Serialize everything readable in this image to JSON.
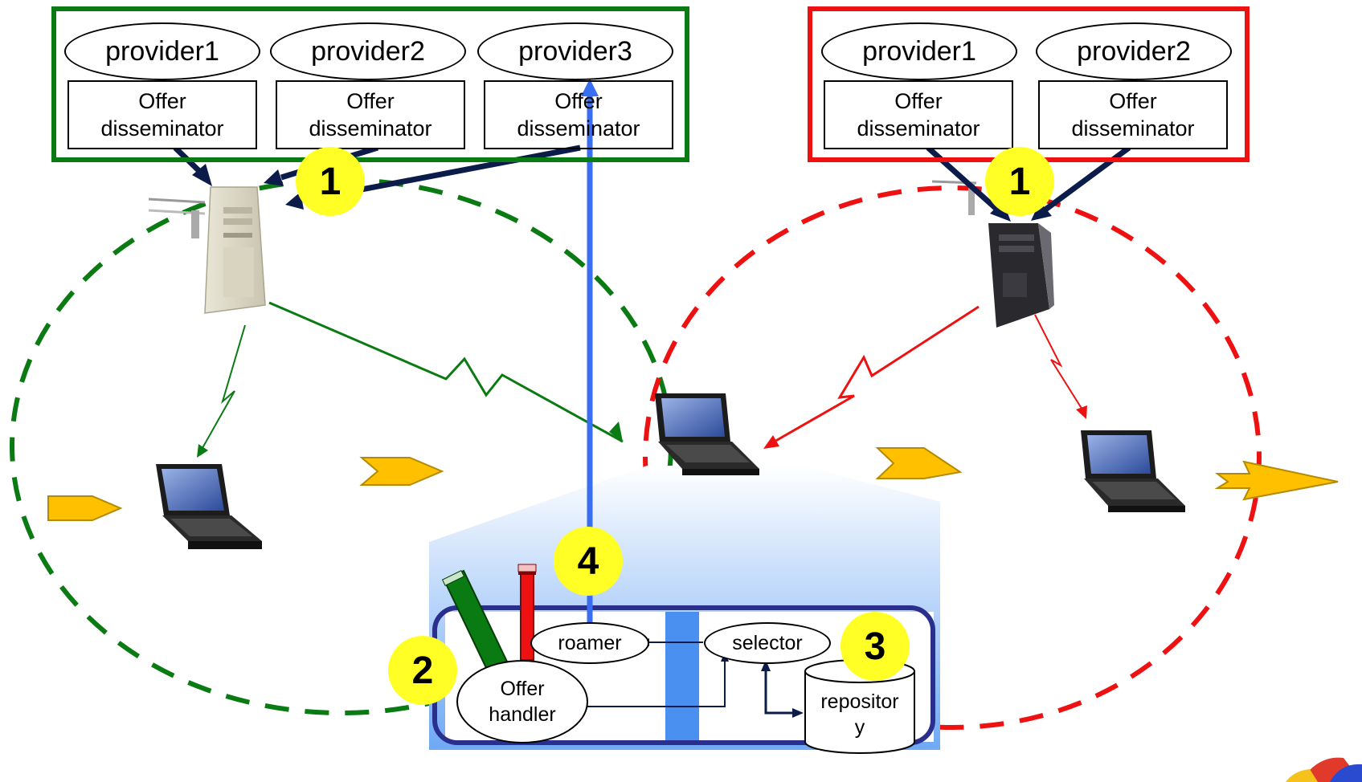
{
  "left_group": {
    "border_color": "#0a7a12",
    "providers": [
      {
        "name": "provider1",
        "component_line1": "Offer",
        "component_line2": "disseminator"
      },
      {
        "name": "provider2",
        "component_line1": "Offer",
        "component_line2": "disseminator"
      },
      {
        "name": "provider3",
        "component_line1": "Offer",
        "component_line2": "disseminator"
      }
    ]
  },
  "right_group": {
    "border_color": "#ee1111",
    "providers": [
      {
        "name": "provider1",
        "component_line1": "Offer",
        "component_line2": "disseminator"
      },
      {
        "name": "provider2",
        "component_line1": "Offer",
        "component_line2": "disseminator"
      }
    ]
  },
  "steps": [
    "1",
    "1",
    "2",
    "3",
    "4"
  ],
  "terminal": {
    "offer_handler_line1": "Offer",
    "offer_handler_line2": "handler",
    "roamer": "roamer",
    "selector": "selector",
    "repository_line1": "repositor",
    "repository_line2": "y"
  },
  "colors": {
    "green_network": "#0a7a12",
    "red_network": "#ee1111",
    "roaming_arrow": "#3a6ef0",
    "step_badge": "#ffff26",
    "movement_arrow": "#ffc000",
    "terminal_frame": "#2a2e8c",
    "dark_arrow": "#0b1b4a"
  },
  "icons": [
    "access-point-server-icon",
    "server-tower-icon",
    "laptop-icon"
  ]
}
